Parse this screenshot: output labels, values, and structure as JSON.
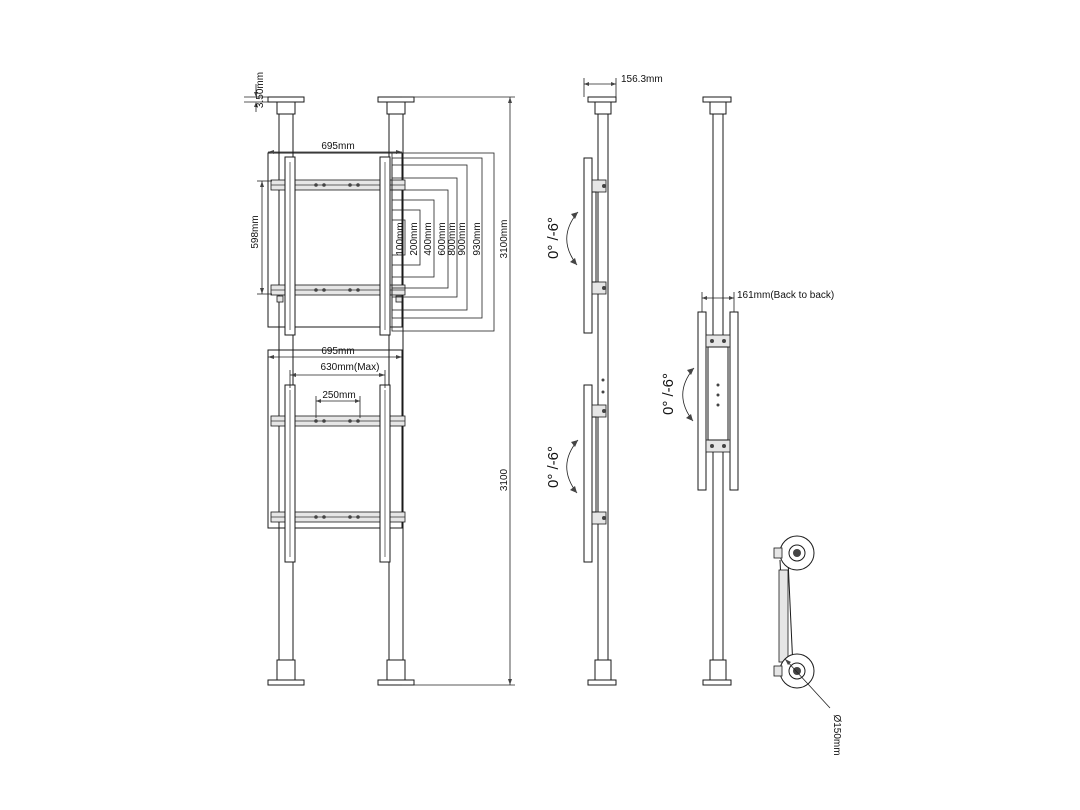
{
  "dimensions": {
    "plate_gap": "3.50mm",
    "width_top": "695mm",
    "height_left": "598mm",
    "v100": "100mm",
    "v200": "200mm",
    "v400": "400mm",
    "v600": "600mm",
    "v800": "800mm",
    "v900": "900mm",
    "v930": "930mm",
    "v3100mm": "3100mm",
    "width_bottom": "695mm",
    "max_width": "630mm(Max)",
    "hole_spacing": "250mm",
    "total_height": "3100",
    "side_depth": "156.3mm",
    "back_to_back": "161mm(Back to back)",
    "diameter": "Ø150mm"
  },
  "tilt": {
    "upper": "0° /-6°",
    "lower": "0° /-6°",
    "back_to_back": "0° /-6°"
  }
}
